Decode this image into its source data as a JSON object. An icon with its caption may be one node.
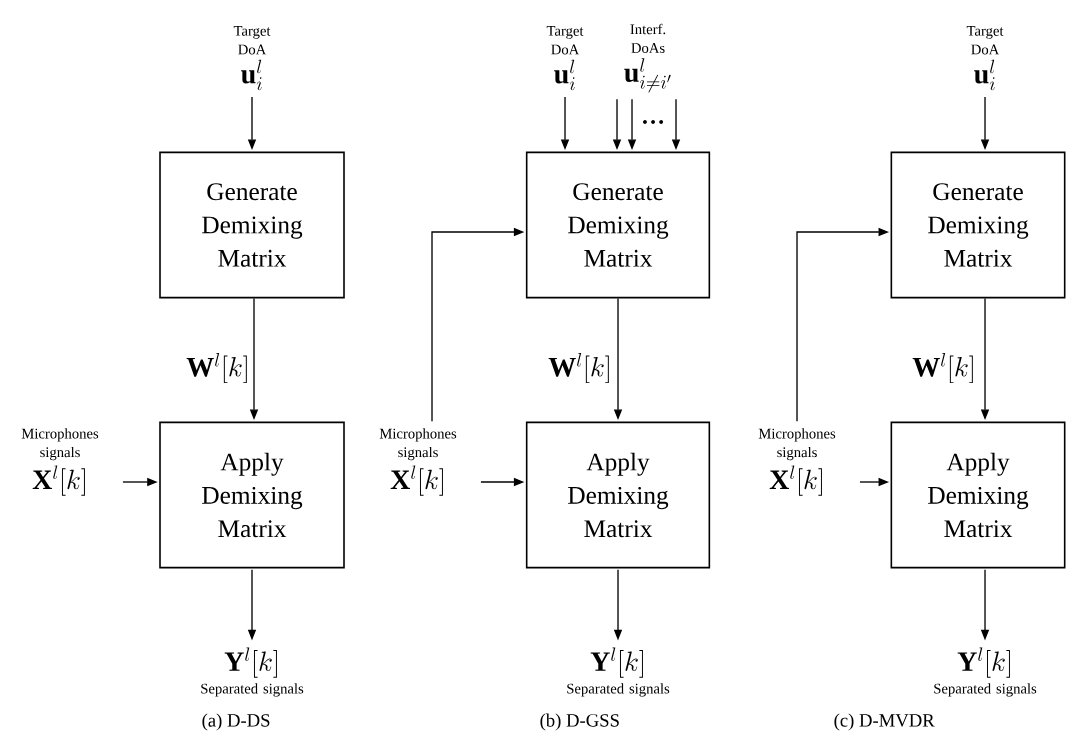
{
  "diagram": {
    "nodes": [
      {
        "text": [
          "Target DoA",
          "\\mathbf{u}_i^l"
        ]
      },
      {
        "text": [
          "Generate Demixing Matrix"
        ]
      },
      {
        "text": [
          "Apply Demixing Matrix"
        ]
      },
      {
        "text": [
          "Microphones signals",
          "\\mathbf{X}^l[k]"
        ]
      },
      {
        "text": [
          "\\mathbf{Y}^l[k]",
          "Separated signals"
        ]
      },
      {
        "text": [
          "Target DoA",
          "\\mathbf{u}_i^l"
        ]
      },
      {
        "text": [
          "Interf. DoAs",
          "\\mathbf{u}_{i\\neq i'}^l"
        ]
      },
      {
        "text": [
          "Generate Demixing Matrix"
        ]
      },
      {
        "text": [
          "Apply Demixing Matrix"
        ]
      },
      {
        "text": [
          "Microphones signals",
          "\\mathbf{X}^l[k]"
        ]
      },
      {
        "text": [
          "\\mathbf{Y}^l[k]",
          "Separated signals"
        ]
      },
      {
        "text": [
          "Target DoA",
          "\\mathbf{u}_i^l"
        ]
      },
      {
        "text": [
          "Generate Demixing Matrix"
        ]
      },
      {
        "text": [
          "Apply Demixing Matrix"
        ]
      },
      {
        "text": [
          "Microphones signals",
          "\\mathbf{X}^l[k]"
        ]
      },
      {
        "text": [
          "\\mathbf{Y}^l[k]",
          "Separated signals"
        ]
      }
    ],
    "edges": [
      {
        "from": 0,
        "to": 1,
        "arrow": "to"
      },
      {
        "from": 1,
        "to": 2,
        "arrow": "to",
        "label": "\\mathbf{W}^l[k]"
      },
      {
        "from": 3,
        "to": 2,
        "arrow": "to"
      },
      {
        "from": 2,
        "to": 4,
        "arrow": "to"
      },
      {
        "from": 5,
        "to": 7,
        "arrow": "to"
      },
      {
        "from": 6,
        "to": 7,
        "arrow": "to"
      },
      {
        "from": 6,
        "to": 7,
        "arrow": "to"
      },
      {
        "from": 6,
        "to": 7,
        "arrow": "to"
      },
      {
        "from": 9,
        "to": 7,
        "arrow": "to"
      },
      {
        "from": 7,
        "to": 8,
        "arrow": "to",
        "label": "\\mathbf{W}^l[k]"
      },
      {
        "from": 9,
        "to": 8,
        "arrow": "to"
      },
      {
        "from": 8,
        "to": 10,
        "arrow": "to"
      },
      {
        "from": 11,
        "to": 12,
        "arrow": "to"
      },
      {
        "from": 14,
        "to": 12,
        "arrow": "to"
      },
      {
        "from": 12,
        "to": 13,
        "arrow": "to",
        "label": "\\mathbf{W}^l[k]"
      },
      {
        "from": 14,
        "to": 13,
        "arrow": "to"
      },
      {
        "from": 13,
        "to": 15,
        "arrow": "to"
      }
    ],
    "labels": [
      "…",
      "(a) D-DS",
      "(b) D-GSS",
      "(c) D-MVDR"
    ]
  }
}
